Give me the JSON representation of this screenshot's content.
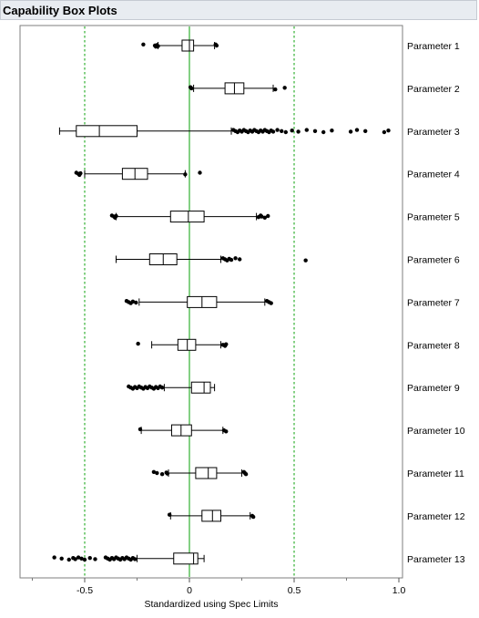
{
  "panel": {
    "title": "Capability Box Plots"
  },
  "chart_data": {
    "type": "box",
    "orientation": "horizontal",
    "xlabel": "Standardized using Spec Limits",
    "xlim": [
      -0.75,
      1.0
    ],
    "xticks": [
      -0.5,
      0,
      0.5,
      1.0
    ],
    "xtick_labels": [
      "-0.5",
      "0",
      "0.5",
      "1.0"
    ],
    "minor_ticks": [
      -0.75,
      -0.25,
      0.25,
      0.75
    ],
    "reference_lines": [
      {
        "x": -0.5,
        "style": "dotted",
        "color": "#33b033"
      },
      {
        "x": 0,
        "style": "solid",
        "color": "#33b033"
      },
      {
        "x": 0.5,
        "style": "dotted",
        "color": "#33b033"
      }
    ],
    "series": [
      {
        "name": "Parameter 1",
        "wlo": -0.15,
        "q1": -0.035,
        "med": 0.0,
        "q3": 0.02,
        "whi": 0.12,
        "outliers": [
          -0.22,
          -0.165,
          -0.16,
          -0.155,
          -0.15,
          0.125,
          0.13
        ]
      },
      {
        "name": "Parameter 2",
        "wlo": 0.02,
        "q1": 0.17,
        "med": 0.215,
        "q3": 0.26,
        "whi": 0.4,
        "outliers": [
          0.005,
          0.01,
          0.41,
          0.455
        ]
      },
      {
        "name": "Parameter 3",
        "wlo": -0.62,
        "q1": -0.54,
        "med": -0.43,
        "q3": -0.25,
        "whi": 0.2,
        "outliers": [
          0.21,
          0.22,
          0.23,
          0.24,
          0.25,
          0.26,
          0.27,
          0.28,
          0.29,
          0.3,
          0.31,
          0.32,
          0.33,
          0.34,
          0.35,
          0.36,
          0.37,
          0.38,
          0.39,
          0.4,
          0.42,
          0.44,
          0.46,
          0.49,
          0.52,
          0.56,
          0.6,
          0.64,
          0.68,
          0.77,
          0.8,
          0.84,
          0.93,
          0.95
        ]
      },
      {
        "name": "Parameter 4",
        "wlo": -0.5,
        "q1": -0.32,
        "med": -0.26,
        "q3": -0.2,
        "whi": -0.02,
        "outliers": [
          -0.54,
          -0.53,
          -0.525,
          -0.52,
          -0.02,
          0.05
        ]
      },
      {
        "name": "Parameter 5",
        "wlo": -0.35,
        "q1": -0.09,
        "med": -0.005,
        "q3": 0.07,
        "whi": 0.32,
        "outliers": [
          -0.37,
          -0.36,
          -0.355,
          -0.35,
          0.33,
          0.34,
          0.345,
          0.36,
          0.375
        ]
      },
      {
        "name": "Parameter 6",
        "wlo": -0.35,
        "q1": -0.19,
        "med": -0.125,
        "q3": -0.06,
        "whi": 0.15,
        "outliers": [
          0.16,
          0.17,
          0.18,
          0.19,
          0.2,
          0.22,
          0.24,
          0.555
        ]
      },
      {
        "name": "Parameter 7",
        "wlo": -0.24,
        "q1": -0.01,
        "med": 0.06,
        "q3": 0.13,
        "whi": 0.36,
        "outliers": [
          -0.3,
          -0.29,
          -0.28,
          -0.27,
          -0.255,
          0.37,
          0.38,
          0.39
        ]
      },
      {
        "name": "Parameter 8",
        "wlo": -0.18,
        "q1": -0.055,
        "med": -0.01,
        "q3": 0.03,
        "whi": 0.15,
        "outliers": [
          -0.245,
          0.16,
          0.17,
          0.175
        ]
      },
      {
        "name": "Parameter 9",
        "wlo": -0.12,
        "q1": 0.01,
        "med": 0.07,
        "q3": 0.1,
        "whi": 0.12,
        "outliers": [
          -0.29,
          -0.28,
          -0.27,
          -0.26,
          -0.25,
          -0.24,
          -0.23,
          -0.22,
          -0.21,
          -0.2,
          -0.19,
          -0.18,
          -0.17,
          -0.16,
          -0.15,
          -0.14,
          -0.13
        ]
      },
      {
        "name": "Parameter 10",
        "wlo": -0.23,
        "q1": -0.085,
        "med": -0.04,
        "q3": 0.01,
        "whi": 0.16,
        "outliers": [
          -0.235,
          0.165,
          0.175
        ]
      },
      {
        "name": "Parameter 11",
        "wlo": -0.1,
        "q1": 0.03,
        "med": 0.09,
        "q3": 0.13,
        "whi": 0.25,
        "outliers": [
          -0.17,
          -0.155,
          -0.13,
          -0.11,
          -0.105,
          0.26,
          0.265,
          0.27
        ]
      },
      {
        "name": "Parameter 12",
        "wlo": -0.09,
        "q1": 0.06,
        "med": 0.11,
        "q3": 0.15,
        "whi": 0.29,
        "outliers": [
          -0.095,
          0.3,
          0.305
        ]
      },
      {
        "name": "Parameter 13",
        "wlo": -0.25,
        "q1": -0.075,
        "med": 0.02,
        "q3": 0.04,
        "whi": 0.07,
        "outliers": [
          -0.645,
          -0.61,
          -0.575,
          -0.555,
          -0.545,
          -0.53,
          -0.515,
          -0.5,
          -0.475,
          -0.45,
          -0.4,
          -0.39,
          -0.38,
          -0.37,
          -0.36,
          -0.35,
          -0.34,
          -0.33,
          -0.32,
          -0.31,
          -0.3,
          -0.29,
          -0.28,
          -0.27,
          -0.26
        ]
      }
    ]
  }
}
